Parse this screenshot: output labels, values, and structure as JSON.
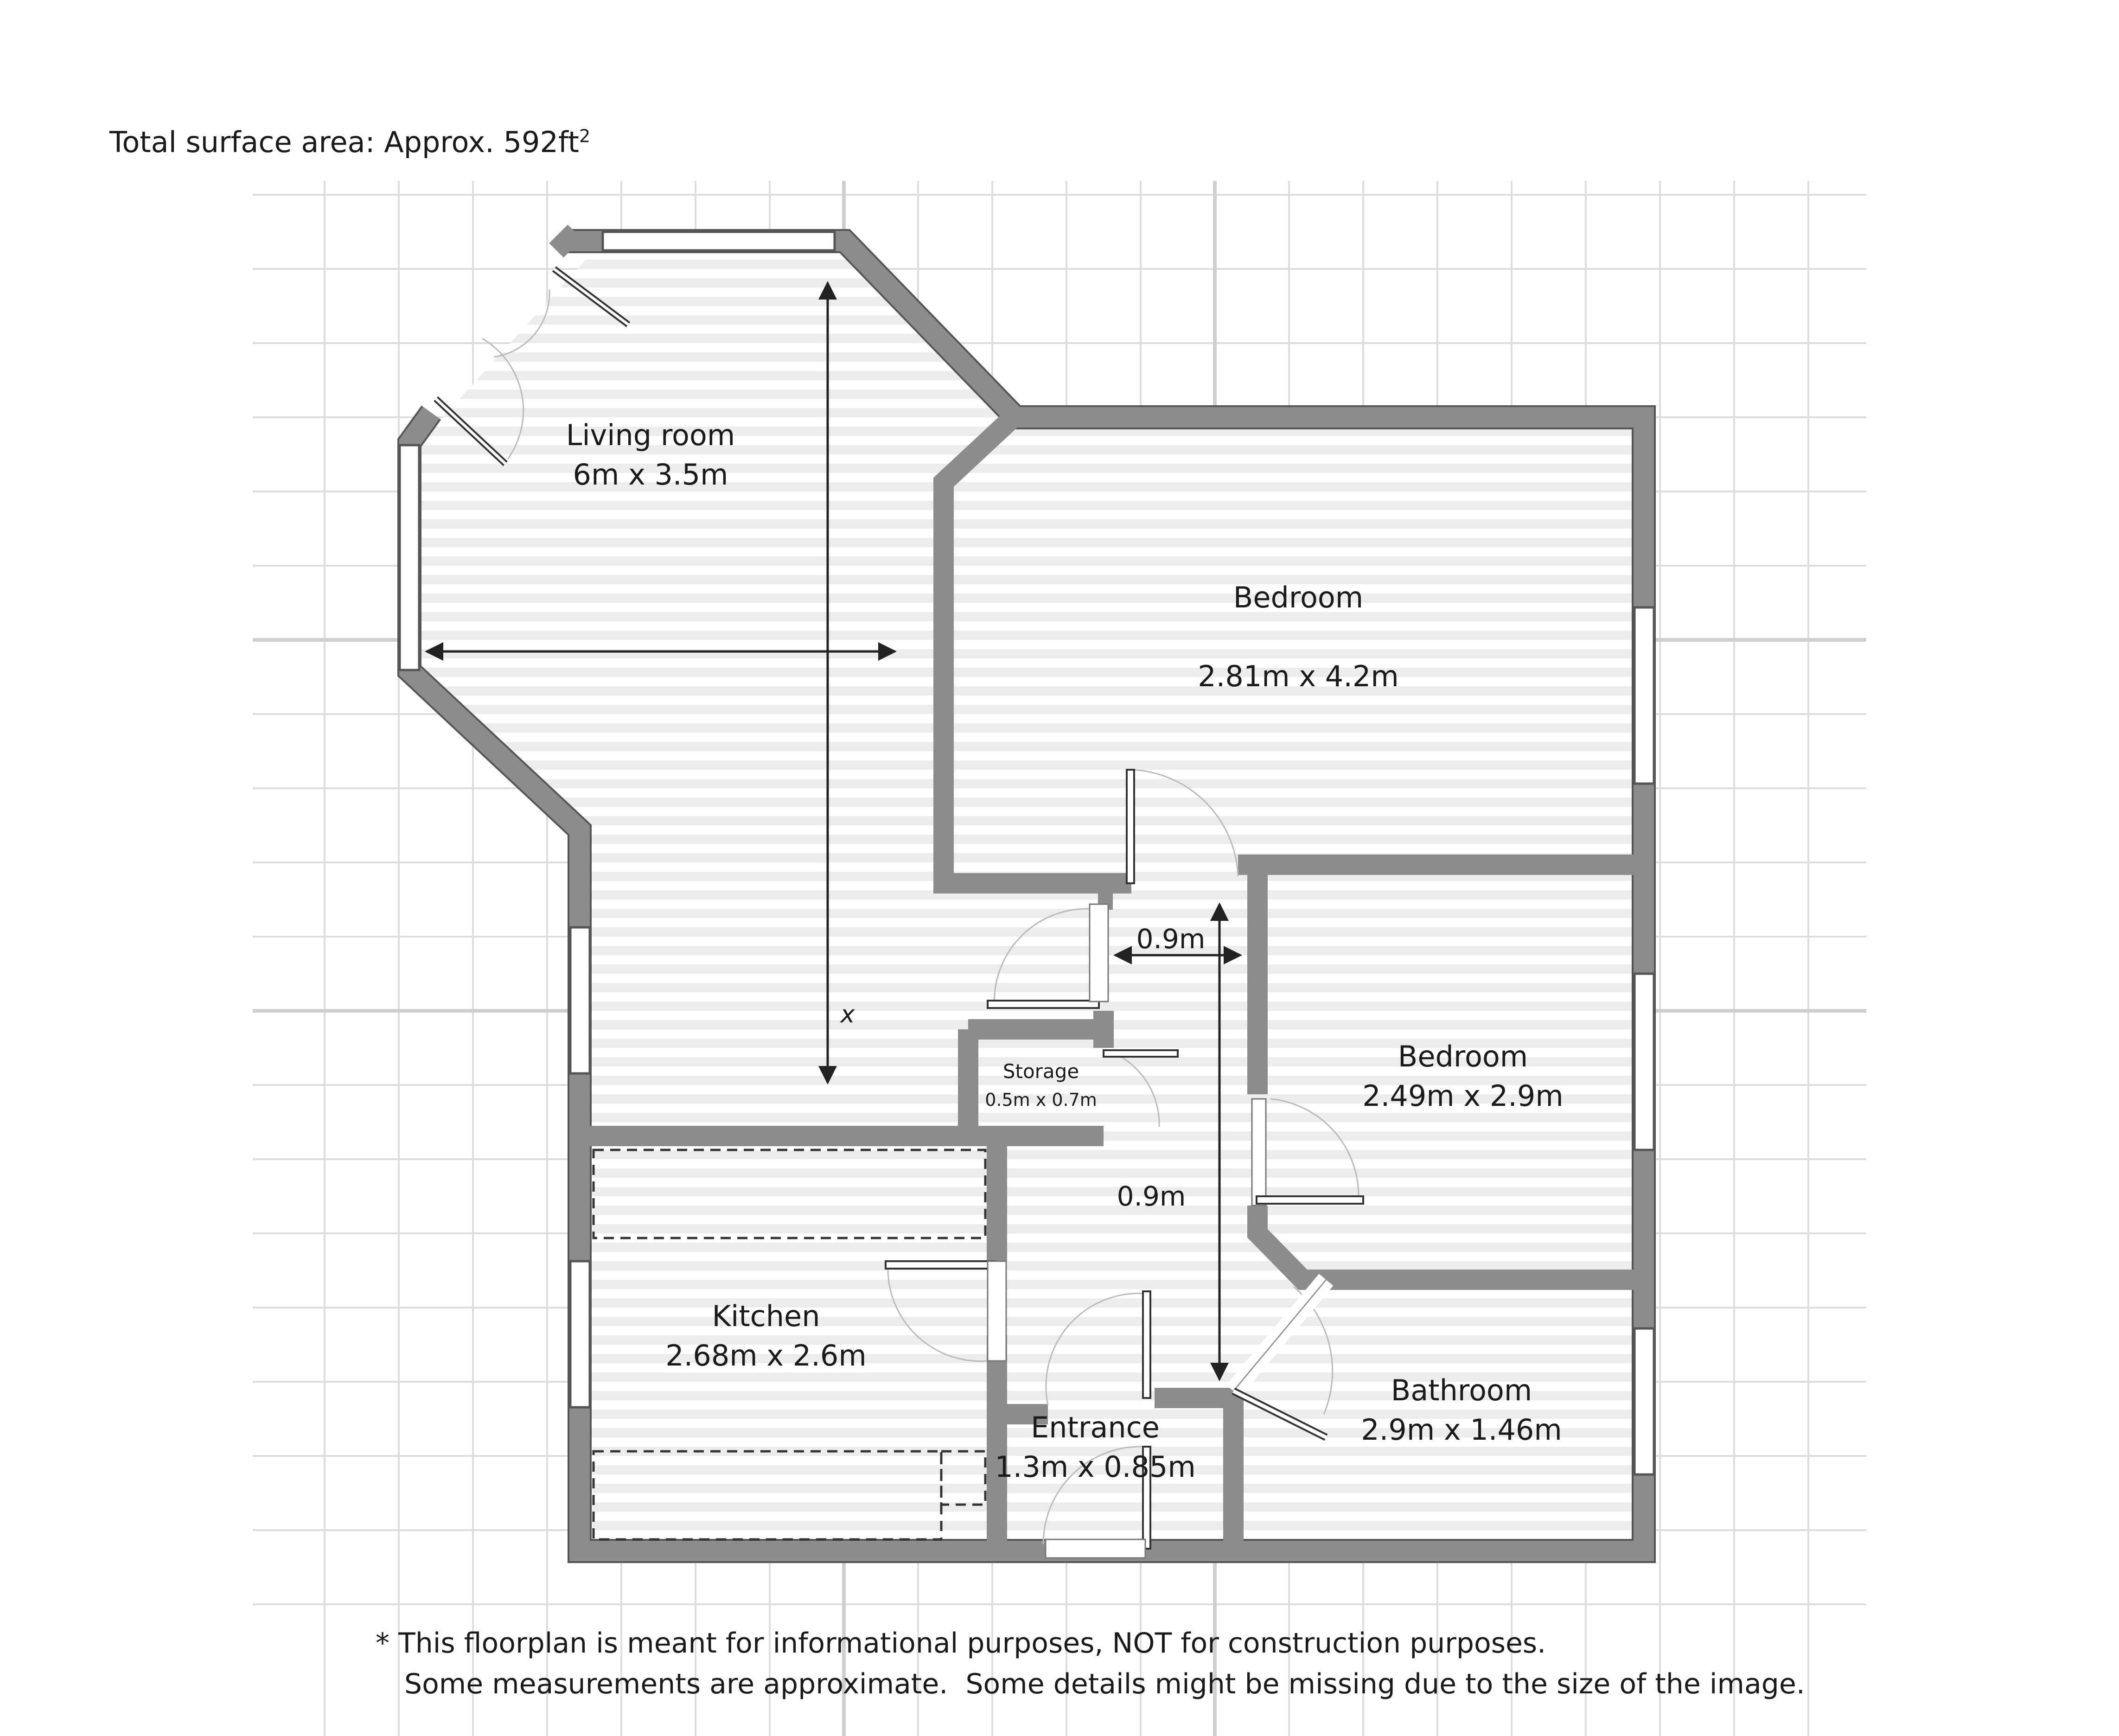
{
  "header": {
    "total_area_label": "Total surface area: Approx. 592ft",
    "total_area_sup": "2"
  },
  "rooms": {
    "living_room": {
      "name": "Living room",
      "size": "6m x 3.5m"
    },
    "bedroom_1": {
      "name": "Bedroom",
      "size": "2.81m x 4.2m"
    },
    "bedroom_2": {
      "name": "Bedroom",
      "size": "2.49m x 2.9m"
    },
    "storage": {
      "name": "Storage",
      "size": "0.5m x 0.7m"
    },
    "kitchen": {
      "name": "Kitchen",
      "size": "2.68m x 2.6m"
    },
    "entrance": {
      "name": "Entrance",
      "size": "1.3m x 0.85m"
    },
    "bathroom": {
      "name": "Bathroom",
      "size": "2.9m x 1.46m"
    }
  },
  "hallway": {
    "width_label": "0.9m",
    "length_label": "0.9m",
    "marker": "x"
  },
  "footer": {
    "line1": "* This floorplan is meant for informational purposes, NOT for construction purposes.",
    "line2": "Some measurements are approximate.  Some details might be missing due to the size of the image."
  },
  "colors": {
    "wall": "#8c8c8c",
    "wall_outline": "#555555",
    "floor_stripe": "#ebebeb",
    "grid": "#dcdcdc",
    "text": "#1a1a1a"
  }
}
